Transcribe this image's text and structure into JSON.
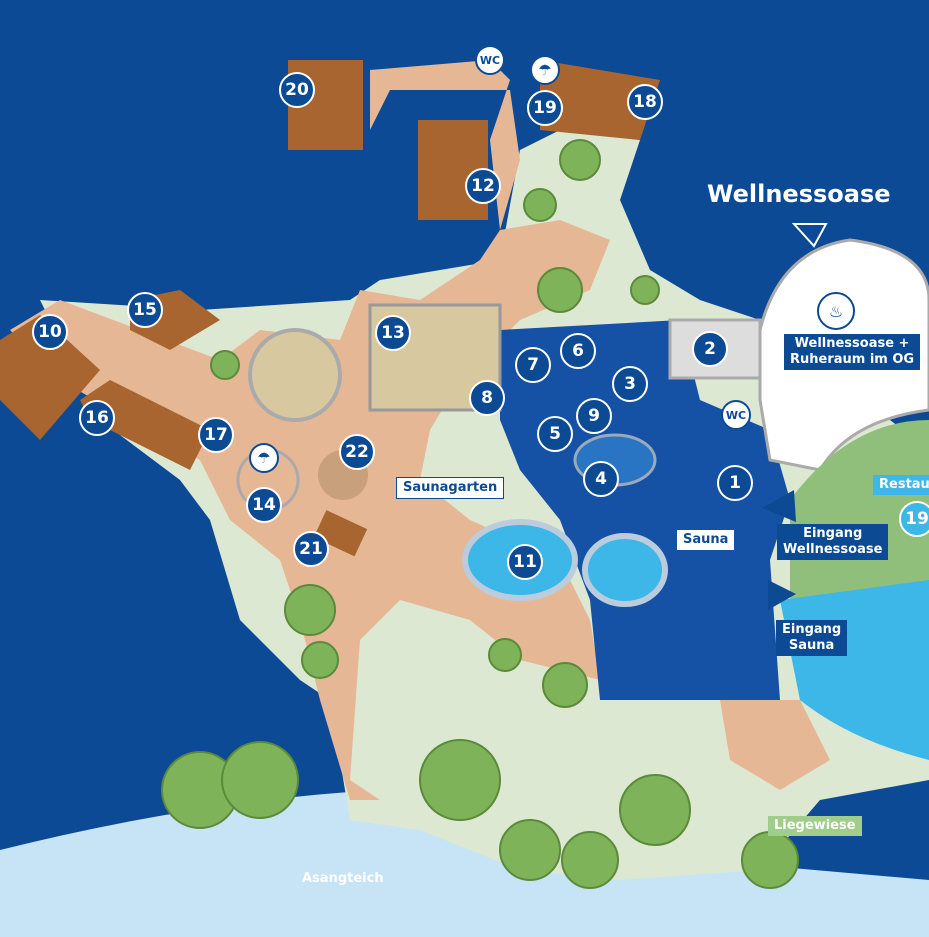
{
  "map_title": "Wellnessoase",
  "labels": {
    "wellness_og_line1": "Wellnessoase +",
    "wellness_og_line2": "Ruheraum im OG",
    "saunagarten": "Saunagarten",
    "sauna": "Sauna",
    "eingang_wellness_line1": "Eingang",
    "eingang_wellness_line2": "Wellnessoase",
    "eingang_sauna_line1": "Eingang",
    "eingang_sauna_line2": "Sauna",
    "liegewiese": "Liegewiese",
    "asangteich": "Asangteich",
    "restaurant": "Restau"
  },
  "wc_label": "WC",
  "markers": [
    "20",
    "19",
    "18",
    "12",
    "15",
    "10",
    "13",
    "7",
    "6",
    "2",
    "3",
    "8",
    "9",
    "5",
    "16",
    "17",
    "22",
    "4",
    "1",
    "14",
    "21",
    "11",
    "19"
  ],
  "icons": [
    "wc-icon",
    "shower-icon",
    "massage-icon"
  ],
  "colors": {
    "water_dark": "#0c4a96",
    "path": "#e6b795",
    "grass": "#dde8d2",
    "lake": "#c6e4f6",
    "pool": "#3db6e8",
    "wood": "#a8652f"
  }
}
